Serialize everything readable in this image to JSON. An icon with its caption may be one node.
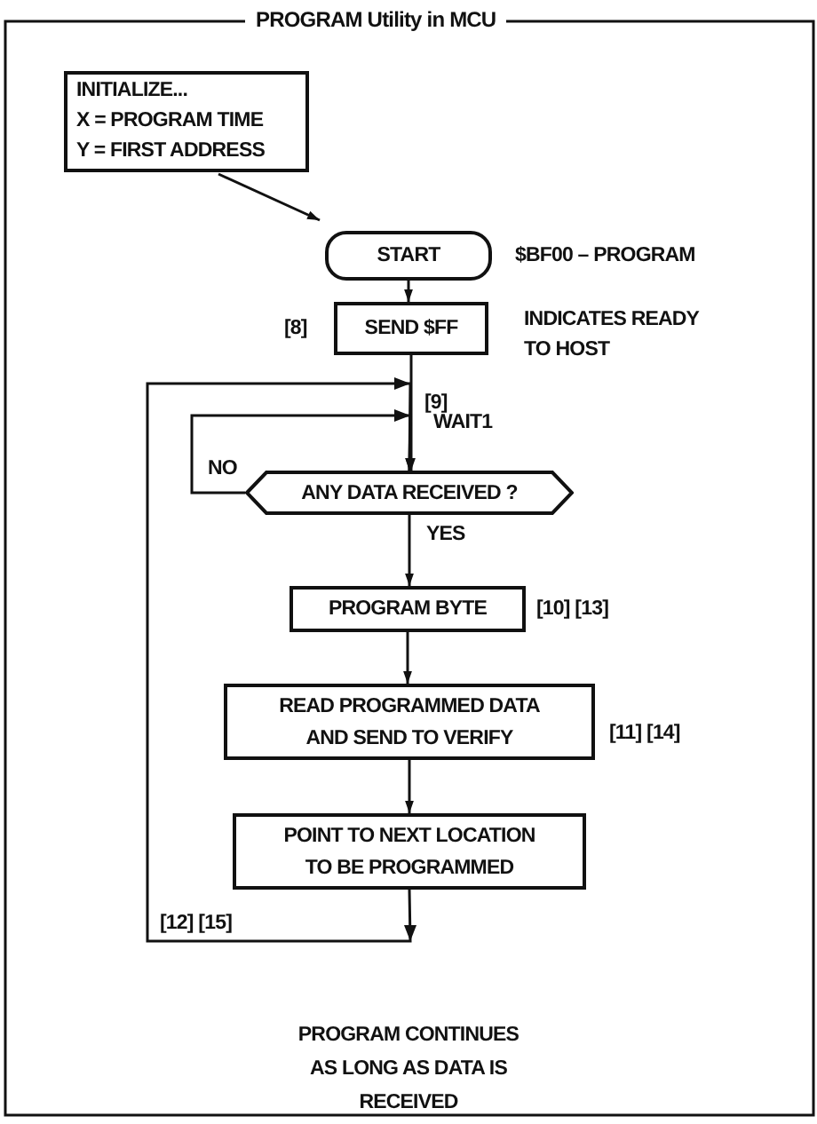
{
  "diagram": {
    "title": "PROGRAM Utility in MCU",
    "nodes": [
      {
        "text": [
          "INITIALIZE...",
          "X = PROGRAM TIME",
          "Y = FIRST ADDRESS"
        ]
      },
      {
        "text": [
          "START"
        ],
        "beside": [
          "$BF00 – PROGRAM"
        ]
      },
      {
        "text": [
          "SEND $FF"
        ],
        "beside": [
          "INDICATES READY TO HOST"
        ]
      },
      {
        "text": [
          "ANY DATA RECEIVED ?"
        ]
      },
      {
        "text": [
          "PROGRAM BYTE"
        ],
        "beside": [
          "[10]  [13]"
        ]
      },
      {
        "text": [
          "READ PROGRAMMED DATA AND SEND TO VERIFY"
        ],
        "beside": [
          "[11]  [14]"
        ]
      },
      {
        "text": [
          "POINT TO NEXT LOCATION TO BE PROGRAMMED"
        ]
      }
    ],
    "edges": [
      {
        "from": 0,
        "to": 1,
        "arrow": "to"
      },
      {
        "from": 1,
        "to": 2,
        "arrow": "to"
      },
      {
        "from": 2,
        "to": 3,
        "arrow": "to"
      },
      {
        "from": 3,
        "to": 3,
        "arrow": "to",
        "label": "NO"
      },
      {
        "from": 3,
        "to": 4,
        "arrow": "to",
        "label": "YES"
      },
      {
        "from": 4,
        "to": 5,
        "arrow": "to"
      },
      {
        "from": 5,
        "to": 6,
        "arrow": "to"
      },
      {
        "from": 6,
        "to": 3,
        "arrow": "to"
      }
    ],
    "labels": [
      "[8]",
      "[9]",
      "WAIT1",
      "[12]  [15]",
      "PROGRAM CONTINUES AS LONG AS DATA IS RECEIVED"
    ]
  }
}
